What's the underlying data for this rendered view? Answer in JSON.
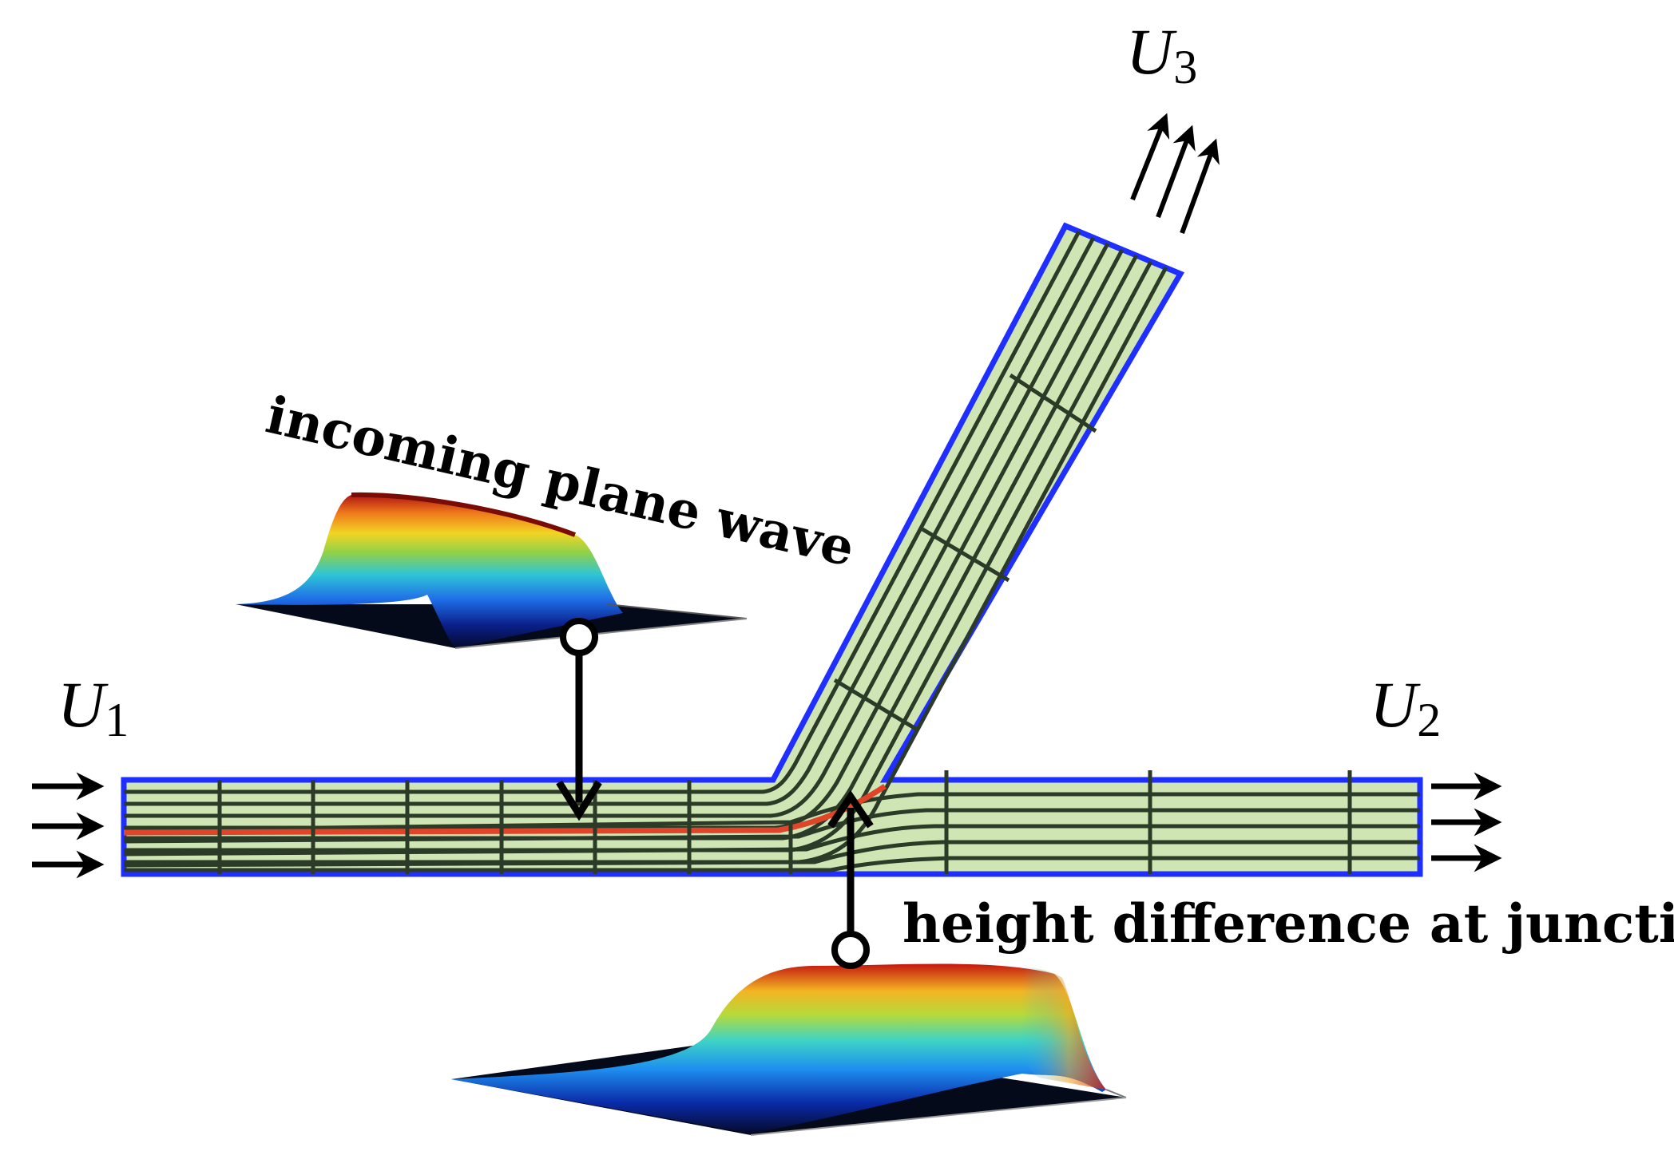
{
  "labels": {
    "u1": {
      "base": "U",
      "sub": "1"
    },
    "u2": {
      "base": "U",
      "sub": "2"
    },
    "u3": {
      "base": "U",
      "sub": "3"
    },
    "incoming": "incoming plane wave",
    "height_diff": "height difference at junction"
  },
  "colors": {
    "channel_fill": "#cfe6b4",
    "channel_border": "#1f2fff",
    "streamline": "#2c3a28",
    "highlight_streamline": "#e0452a",
    "arrow": "#000000",
    "surface_base": "#050a1a"
  },
  "icons": {
    "inflow_arrows": "right-arrow-icon",
    "outflow_arrows": "right-arrow-icon",
    "outflow_up_arrows": "up-right-arrow-icon",
    "probe_markers": "circle-probe-icon"
  }
}
